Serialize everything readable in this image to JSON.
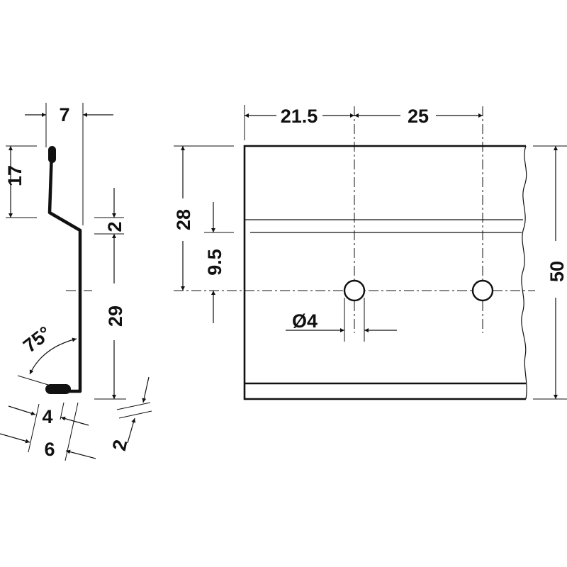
{
  "colors": {
    "line": "#111111",
    "background": "#ffffff"
  },
  "profile_view": {
    "dims": {
      "top_width": "7",
      "hook_height": "17",
      "step": "2",
      "lower_height": "29",
      "angle": "75°",
      "foot_inner": "4",
      "foot_outer": "6",
      "thickness": "2"
    }
  },
  "front_view": {
    "dims": {
      "first_hole_offset": "21.5",
      "hole_spacing": "25",
      "top_to_hole": "28",
      "groove_to_hole": "9.5",
      "hole_diameter": "Ø4",
      "total_height": "50"
    }
  }
}
